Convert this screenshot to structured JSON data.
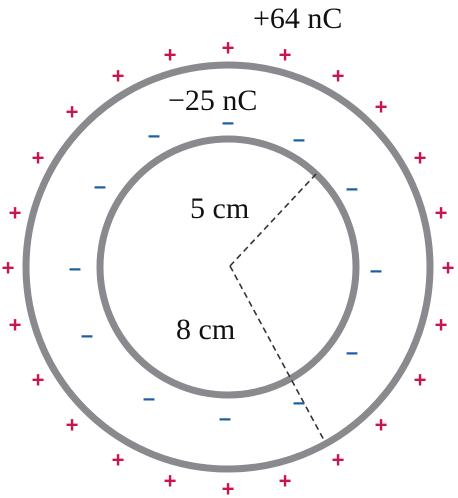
{
  "outer_shell": {
    "charge_label": "+64 nC",
    "radius_label": "8 cm",
    "charge_symbol": "+",
    "charge_color": "#c8154c"
  },
  "inner_shell": {
    "charge_label": "−25 nC",
    "radius_label": "5 cm",
    "charge_symbol": "–",
    "charge_color": "#1b5fa0"
  },
  "colors": {
    "shell_stroke": "#8a8a8e",
    "radius_line": "#333333"
  }
}
